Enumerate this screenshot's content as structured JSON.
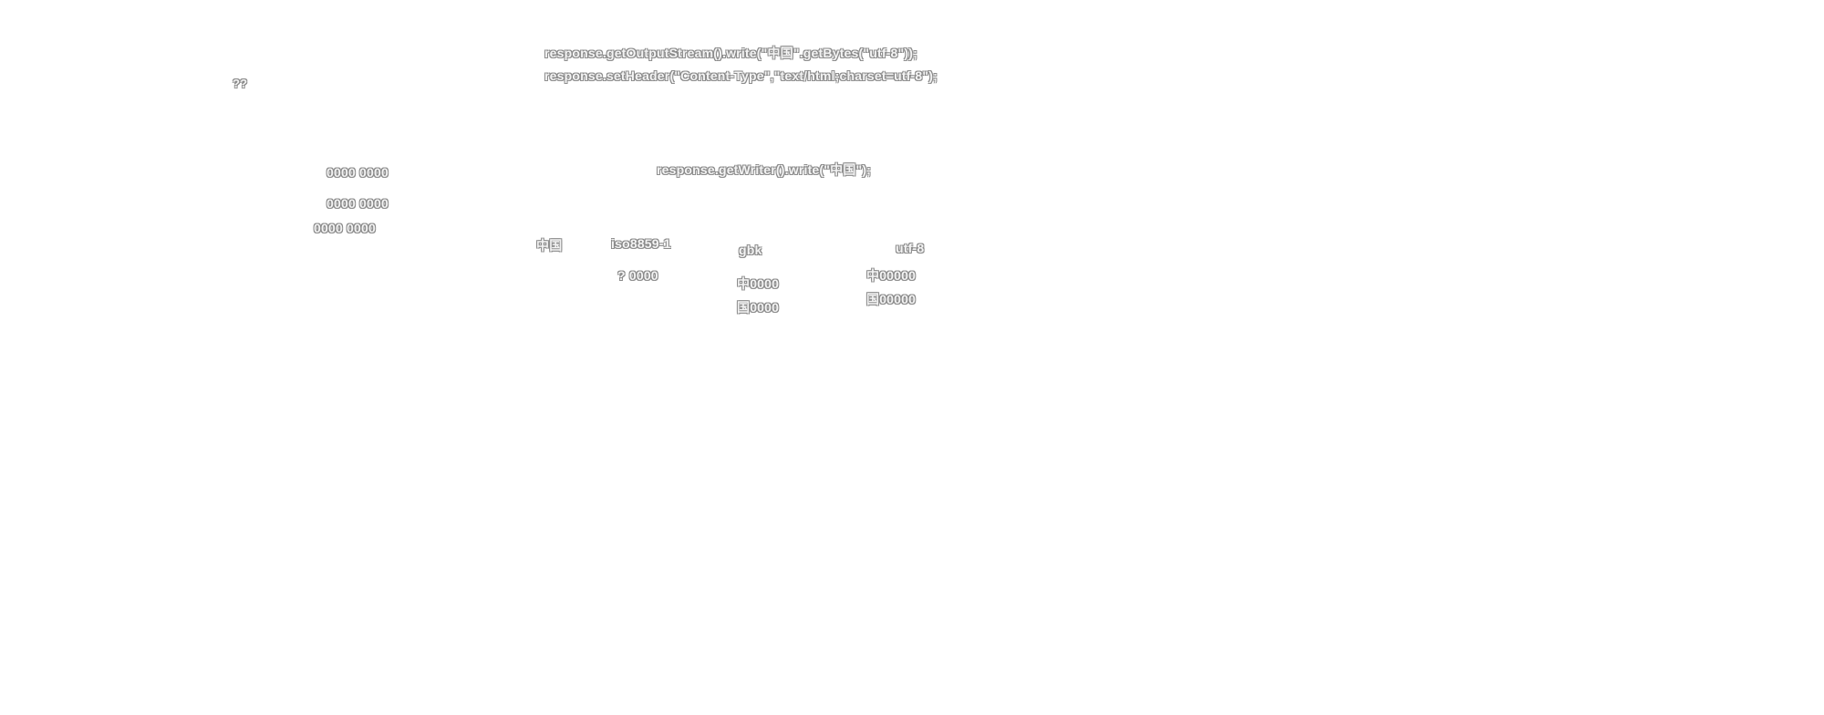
{
  "code": {
    "output_stream_line": "response.getOutputStream().write(\"中国\".getBytes(\"utf-8\"));",
    "set_header_line": "response.setHeader(\"Content-Type\",\"text/html;charset=utf-8\");",
    "writer_line": "response.getWriter().write(\"中国\");"
  },
  "left": {
    "marker": "??",
    "row1": "0000 0000",
    "row2": "0000 0000",
    "row3": "0000 0000"
  },
  "encodings": {
    "source": "中国",
    "iso": "iso8859-1",
    "iso_result": "?  0000",
    "gbk": "gbk",
    "gbk_row1": "中0000",
    "gbk_row2": "国0000",
    "utf8": "utf-8",
    "utf8_row1": "中00000",
    "utf8_row2": "国00000"
  }
}
